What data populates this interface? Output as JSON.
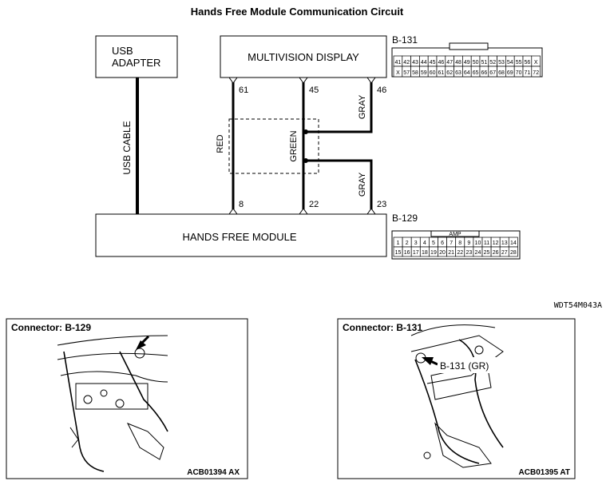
{
  "title": "Hands Free Module Communication Circuit",
  "usb_adapter": {
    "line1": "USB",
    "line2": "ADAPTER"
  },
  "multivision_display": {
    "label": "MULTIVISION DISPLAY",
    "connector": "B-131"
  },
  "hands_free_module": {
    "label": "HANDS FREE MODULE",
    "connector": "B-129"
  },
  "usb_cable_label": "USB CABLE",
  "wires": [
    {
      "color": "RED",
      "pin_top": "61",
      "pin_bottom": "8"
    },
    {
      "color": "GREEN",
      "pin_top": "45",
      "pin_bottom": "22"
    },
    {
      "color": "GRAY",
      "pin_top": "46"
    },
    {
      "color": "GRAY",
      "pin_bottom": "23"
    }
  ],
  "connector_b131": {
    "row1": [
      "41",
      "42",
      "43",
      "44",
      "45",
      "46",
      "47",
      "48",
      "49",
      "50",
      "51",
      "52",
      "53",
      "54",
      "55",
      "56",
      "X"
    ],
    "row2": [
      "X",
      "57",
      "58",
      "59",
      "60",
      "61",
      "62",
      "63",
      "64",
      "65",
      "66",
      "67",
      "68",
      "69",
      "70",
      "71",
      "72"
    ]
  },
  "connector_b129": {
    "tab_label": "AMP",
    "row1": [
      "1",
      "2",
      "3",
      "4",
      "5",
      "6",
      "7",
      "8",
      "9",
      "10",
      "11",
      "12",
      "13",
      "14"
    ],
    "row2": [
      "15",
      "16",
      "17",
      "18",
      "19",
      "20",
      "21",
      "22",
      "23",
      "24",
      "25",
      "26",
      "27",
      "28"
    ]
  },
  "diagram_code": "WDT54M043A",
  "panels": [
    {
      "title": "Connector: B-129",
      "ref": "ACB01394 AX"
    },
    {
      "title": "Connector: B-131",
      "ref": "ACB01395 AT",
      "callout": "B-131 (GR)"
    }
  ]
}
